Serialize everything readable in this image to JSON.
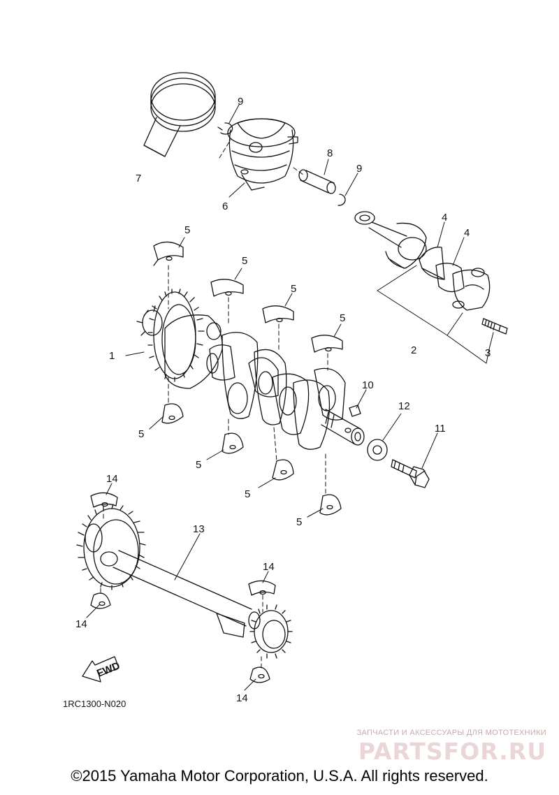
{
  "callouts": {
    "c1": "1",
    "c2": "2",
    "c3": "3",
    "c4a": "4",
    "c4b": "4",
    "c5_1": "5",
    "c5_2": "5",
    "c5_3": "5",
    "c5_4": "5",
    "c5_5": "5",
    "c5_6": "5",
    "c5_7": "5",
    "c5_8": "5",
    "c6": "6",
    "c7": "7",
    "c8": "8",
    "c9a": "9",
    "c9b": "9",
    "c10": "10",
    "c11": "11",
    "c12": "12",
    "c13": "13",
    "c14a": "14",
    "c14b": "14",
    "c14c": "14",
    "c14d": "14"
  },
  "fwd_label": "FWD",
  "diagram_code": "1RC1300-N020",
  "watermark": {
    "tagline": "ЗАПЧАСТИ И АКСЕССУАРЫ ДЛЯ МОТОТЕХНИКИ",
    "logo_main": "PARTS",
    "logo_tail": "FOR.RU"
  },
  "copyright": "©2015 Yamaha Motor Corporation, U.S.A. All rights reserved."
}
